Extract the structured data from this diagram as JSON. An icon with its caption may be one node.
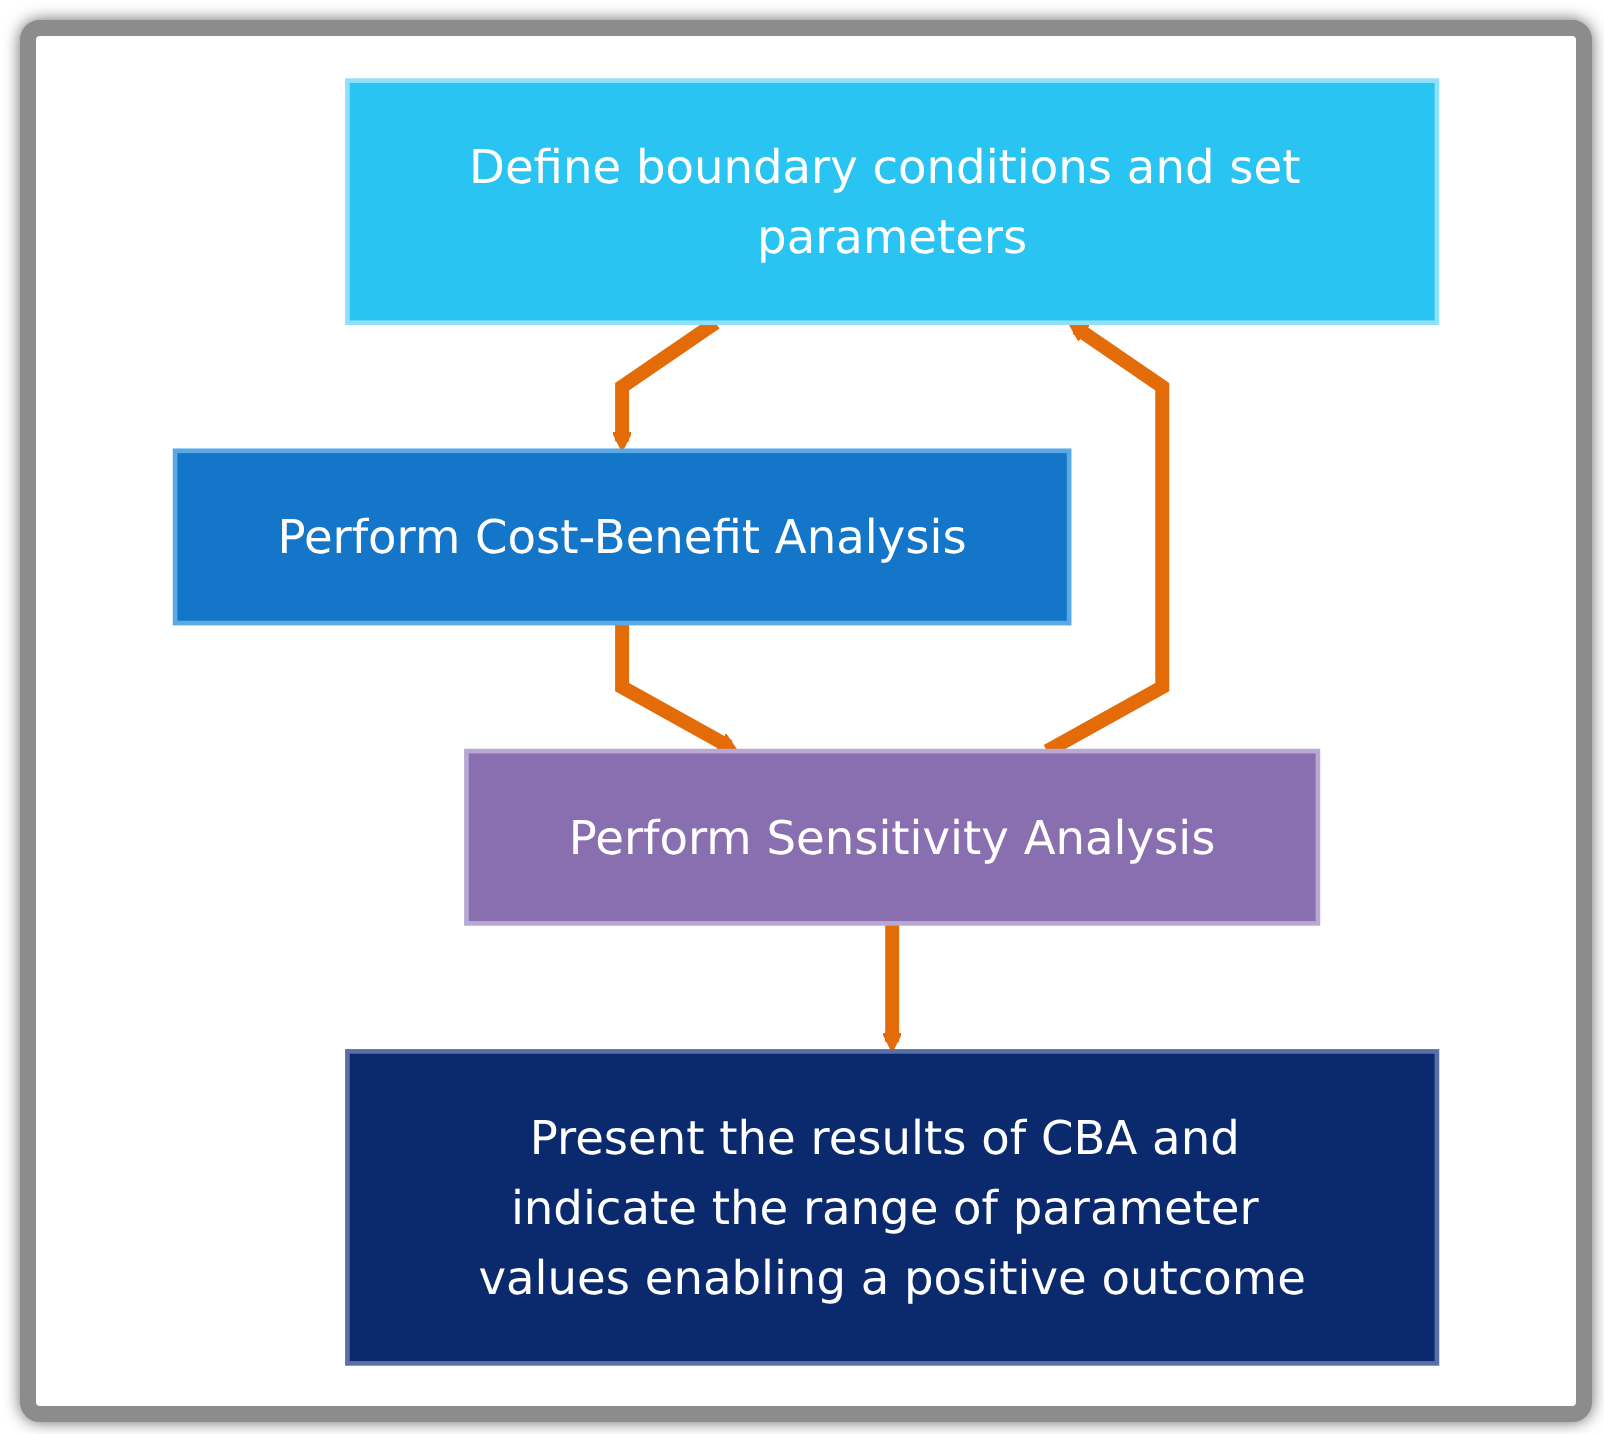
{
  "diagram": {
    "nodes": [
      {
        "text": [
          "Define boundary conditions and set parameters"
        ]
      },
      {
        "text": [
          "Perform Cost-Benefit Analysis"
        ]
      },
      {
        "text": [
          "Perform Sensitivity Analysis"
        ]
      },
      {
        "text": [
          "Present the results of CBA and indicate the range of parameter values enabling a positive outcome"
        ]
      }
    ],
    "edges": [
      {
        "from": 0,
        "to": 1,
        "arrow": "to"
      },
      {
        "from": 1,
        "to": 2,
        "arrow": "to"
      },
      {
        "from": 2,
        "to": 3,
        "arrow": "to"
      },
      {
        "from": 2,
        "to": 0,
        "arrow": "to"
      }
    ]
  }
}
